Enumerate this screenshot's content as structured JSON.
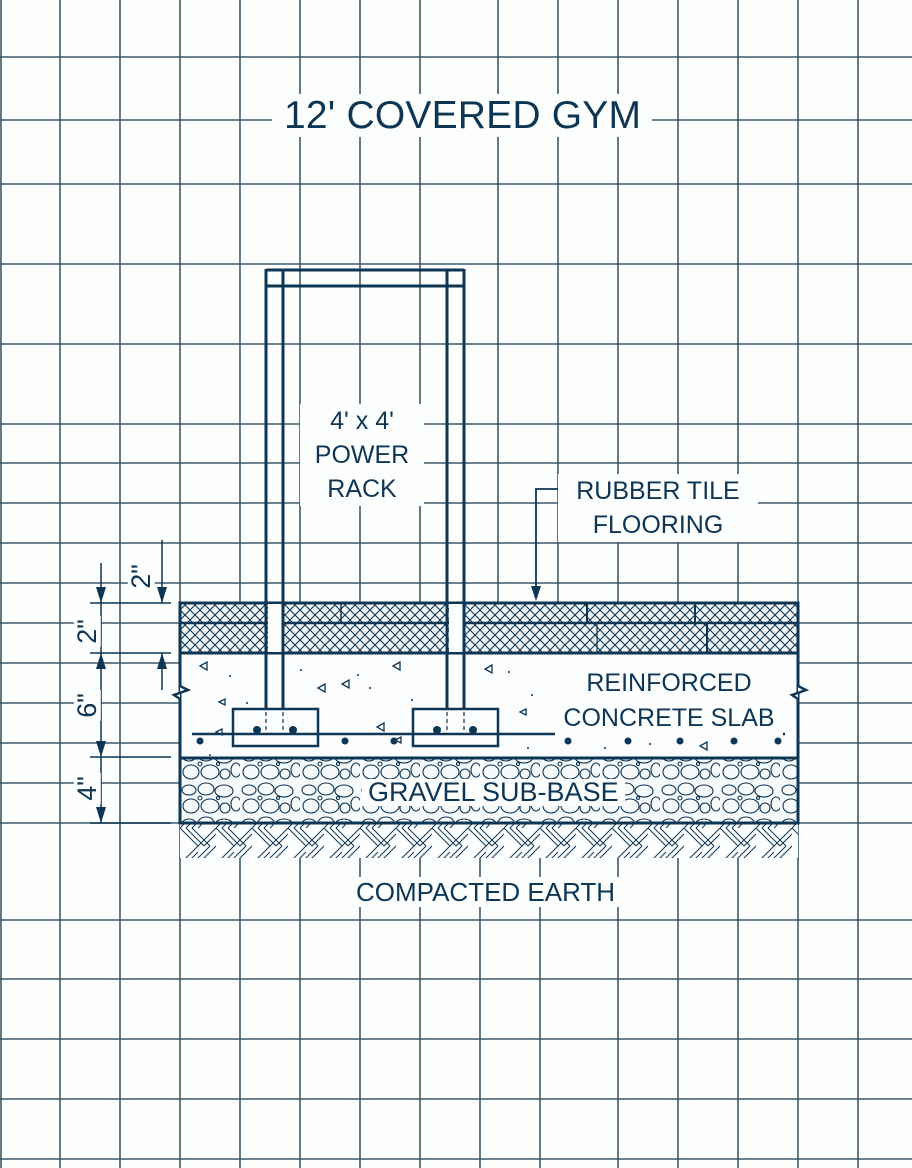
{
  "drawing": {
    "title": "12' COVERED GYM",
    "type": "section detail on grid paper",
    "colors": {
      "ink": "#0d3554",
      "grid": "#3d5868",
      "paper": "#fdfefe"
    }
  },
  "labels": {
    "rack_line1": "4' x 4'",
    "rack_line2": "POWER",
    "rack_line3": "RACK",
    "tile_line1": "RUBBER TILE",
    "tile_line2": "FLOORING",
    "slab_line1": "REINFORCED",
    "slab_line2": "CONCRETE SLAB",
    "gravel": "GRAVEL SUB-BASE",
    "earth": "COMPACTED EARTH"
  },
  "dimensions": {
    "top_offset": "2\"",
    "flooring": "2\"",
    "slab": "6\"",
    "gravel": "4\""
  },
  "layers": [
    {
      "name": "Rubber tile flooring",
      "thickness": "2\"",
      "pattern": "crosshatch"
    },
    {
      "name": "Reinforced concrete slab",
      "thickness": "6\"",
      "pattern": "concrete stipple with rebar"
    },
    {
      "name": "Gravel sub-base",
      "thickness": "4\"",
      "pattern": "stones"
    },
    {
      "name": "Compacted earth",
      "pattern": "herringbone hatch"
    }
  ]
}
